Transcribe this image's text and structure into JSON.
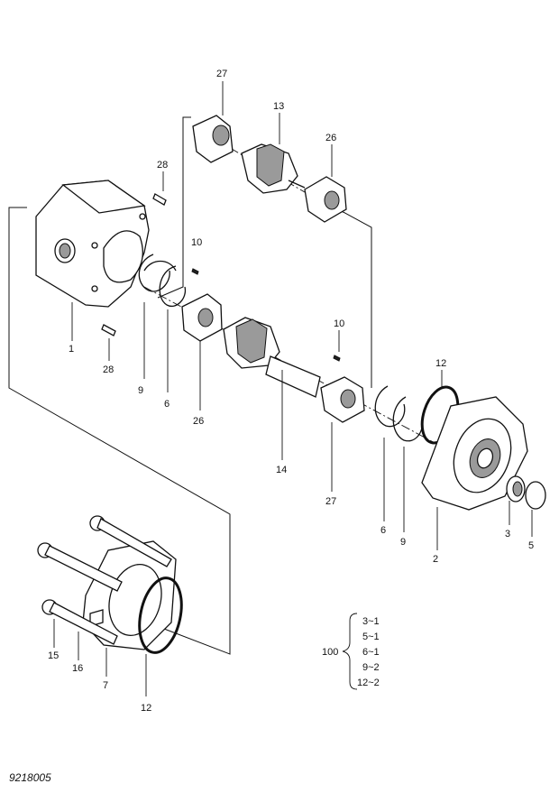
{
  "callouts": {
    "c27_top": "27",
    "c13": "13",
    "c26_top": "26",
    "c28_top": "28",
    "c10_left": "10",
    "c1": "1",
    "c28_bottom": "28",
    "c9_left": "9",
    "c6_left": "6",
    "c26_bottom": "26",
    "c10_right": "10",
    "c14": "14",
    "c27_bottom": "27",
    "c12_right": "12",
    "c6_right": "6",
    "c9_right": "9",
    "c2": "2",
    "c3": "3",
    "c5": "5",
    "c15": "15",
    "c16": "16",
    "c7": "7",
    "c12_bottom": "12"
  },
  "kit": {
    "number": "100",
    "items": [
      "3~1",
      "5~1",
      "6~1",
      "9~2",
      "12~2"
    ]
  },
  "drawing_code": "9218005"
}
